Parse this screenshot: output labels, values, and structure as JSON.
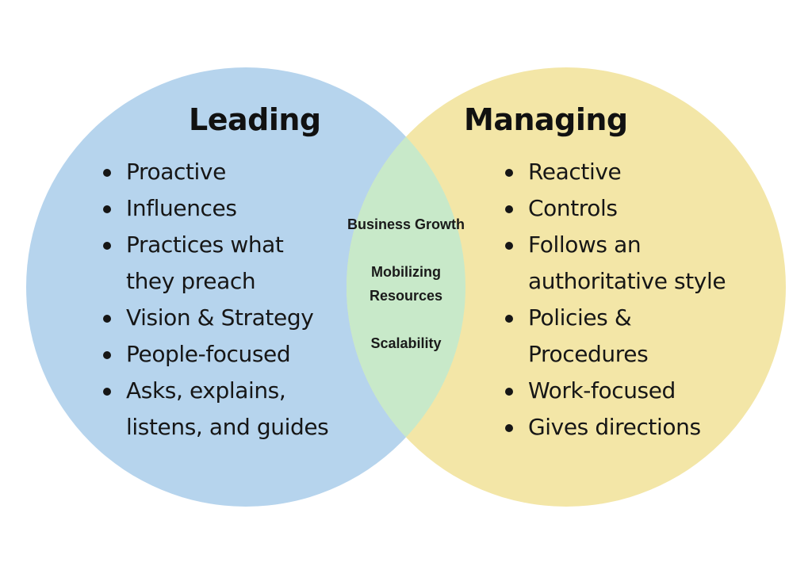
{
  "colors": {
    "left_circle": "#b6d4ed",
    "right_circle": "#f3e6a7",
    "overlap": "#c8e9c9",
    "text": "#111111"
  },
  "left": {
    "title": "Leading",
    "items": [
      "Proactive",
      "Influences",
      "Practices what they preach",
      "Vision & Strategy",
      "People-focused",
      "Asks, explains, listens, and guides"
    ]
  },
  "right": {
    "title": "Managing",
    "items": [
      "Reactive",
      "Controls",
      "Follows an authoritative style",
      "Policies & Procedures",
      "Work-focused",
      "Gives directions"
    ]
  },
  "overlap": {
    "items": [
      "Business Growth",
      "Mobilizing Resources",
      "Scalability"
    ]
  }
}
